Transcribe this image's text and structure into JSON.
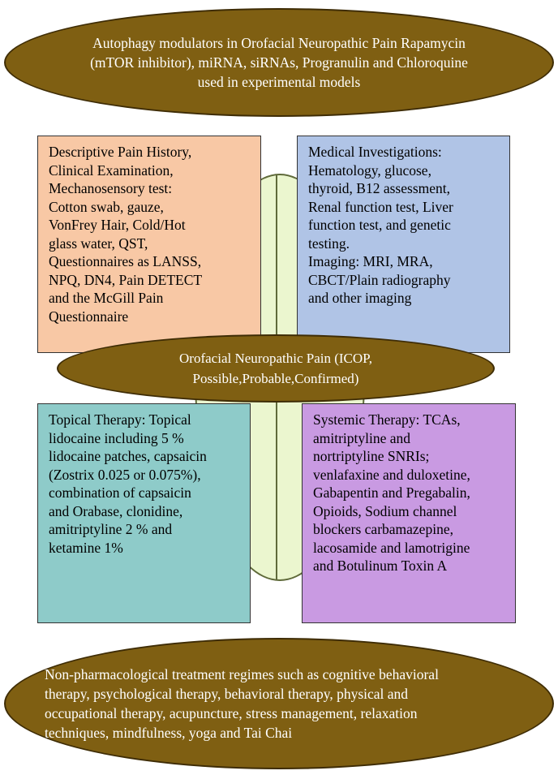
{
  "autophagy": {
    "lines": [
      "Autophagy modulators in Orofacial Neuropathic Pain Rapamycin",
      "(mTOR inhibitor), miRNA, siRNAs, Progranulin and Chloroquine",
      "used in experimental models"
    ]
  },
  "diagnosis": {
    "lines": [
      "Descriptive Pain History,",
      "Clinical Examination,",
      "Mechanosensory test:",
      "Cotton swab, gauze,",
      "VonFrey Hair, Cold/Hot",
      "glass water, QST,",
      "Questionnaires as LANSS,",
      "NPQ, DN4, Pain DETECT",
      "and the McGill Pain",
      "Questionnaire"
    ]
  },
  "investigations": {
    "lines": [
      "Medical Investigations:",
      "Hematology, glucose,",
      "thyroid, B12 assessment,",
      "Renal function test, Liver",
      "function test, and genetic",
      "testing.",
      "Imaging: MRI, MRA,",
      "CBCT/Plain radiography",
      "and other imaging"
    ]
  },
  "center": {
    "lines": [
      "Orofacial Neuropathic Pain (ICOP,",
      "Possible,Probable,Confirmed)"
    ]
  },
  "topical": {
    "lines": [
      "Topical Therapy: Topical",
      "lidocaine including 5 %",
      "lidocaine patches, capsaicin",
      "(Zostrix 0.025 or 0.075%),",
      "combination of capsaicin",
      "and Orabase, clonidine,",
      "amitriptyline 2 % and",
      "ketamine 1%"
    ]
  },
  "systemic": {
    "lines": [
      "Systemic Therapy: TCAs,",
      "amitriptyline and",
      "nortriptyline SNRIs;",
      "venlafaxine and duloxetine,",
      "Gabapentin and Pregabalin,",
      "Opioids, Sodium channel",
      "blockers carbamazepine,",
      "lacosamide and lamotrigine",
      "and Botulinum Toxin A"
    ]
  },
  "nonpharm": {
    "lines": [
      "Non-pharmacological treatment regimes such as cognitive behavioral",
      "therapy, psychological therapy, behavioral therapy, physical and",
      "occupational therapy, acupuncture, stress management, relaxation",
      "techniques, mindfulness, yoga and Tai Chai"
    ]
  },
  "colors": {
    "pill": "#7f5f12",
    "oval": "#ebf6cf",
    "diagnosis_box": "#f8c8a5",
    "investigations_box": "#b0c4e6",
    "topical_box": "#8ecbc9",
    "systemic_box": "#c99ae2"
  }
}
